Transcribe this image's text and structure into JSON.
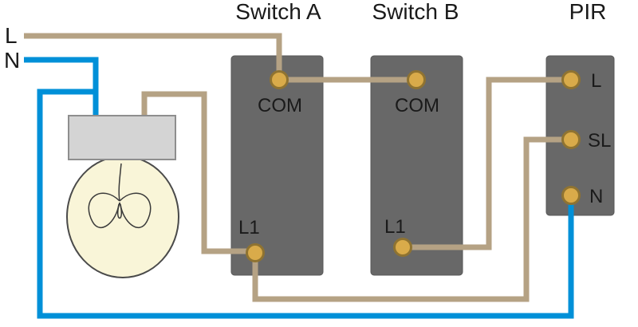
{
  "labels": {
    "switch_a": "Switch A",
    "switch_b": "Switch B",
    "pir": "PIR",
    "supply_l": "L",
    "supply_n": "N",
    "switch_a_com": "COM",
    "switch_a_l1": "L1",
    "switch_b_com": "COM",
    "switch_b_l1": "L1",
    "pir_l": "L",
    "pir_sl": "SL",
    "pir_n": "N"
  },
  "colors": {
    "wire_live": "#b5a284",
    "wire_neutral": "#0090d8",
    "terminal_fill": "#d9ab4a",
    "terminal_stroke": "#8f7331",
    "box_fill": "#686868",
    "box_stroke": "#575757",
    "lamp_cap_fill": "#d4d4d4",
    "lamp_cap_stroke": "#8e8e8e",
    "bulb_fill": "#f9f5d8",
    "bulb_stroke": "#4a4a4a",
    "terminal_label_text": "#ffffff",
    "heading_text": "#1a1a1a"
  },
  "components": [
    {
      "name": "Switch A",
      "terminals": [
        "COM",
        "L1"
      ]
    },
    {
      "name": "Switch B",
      "terminals": [
        "COM",
        "L1"
      ]
    },
    {
      "name": "PIR",
      "terminals": [
        "L",
        "SL",
        "N"
      ]
    },
    {
      "name": "Lamp",
      "terminals": []
    }
  ],
  "connections": [
    {
      "from": "Supply L",
      "to": "Switch A COM",
      "wire": "live"
    },
    {
      "from": "Switch A COM",
      "to": "Switch B COM",
      "wire": "live"
    },
    {
      "from": "Lamp",
      "to": "Switch A L1",
      "wire": "live"
    },
    {
      "from": "Switch B L1",
      "to": "PIR L",
      "wire": "live"
    },
    {
      "from": "PIR SL",
      "to": "Switch A L1",
      "wire": "live"
    },
    {
      "from": "Supply N",
      "to": "Lamp",
      "wire": "neutral"
    },
    {
      "from": "Supply N",
      "to": "PIR N",
      "wire": "neutral"
    }
  ]
}
